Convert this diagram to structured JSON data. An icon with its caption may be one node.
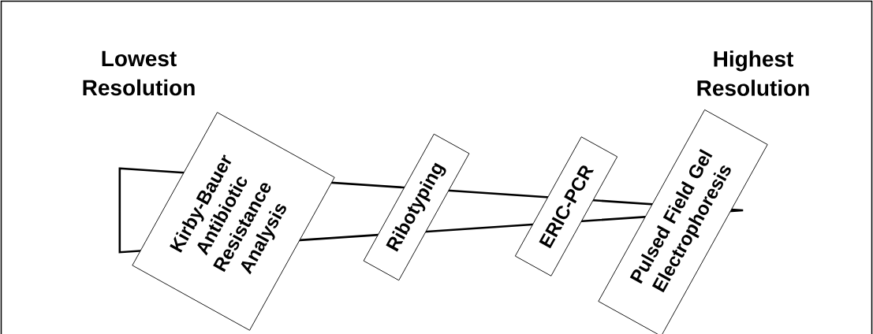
{
  "diagram": {
    "nodes": [
      {
        "text": [],
        "shape": "wedge"
      },
      {
        "text": [
          "Kirby-Bauer Antibiotic Resistance Analysis"
        ]
      },
      {
        "text": [
          "Ribotyping"
        ]
      },
      {
        "text": [
          "ERIC-PCR"
        ]
      },
      {
        "text": [
          "Pulsed Field Gel Electrophoresis"
        ]
      }
    ],
    "labels": [
      "Lowest Resolution",
      "Highest Resolution"
    ]
  }
}
